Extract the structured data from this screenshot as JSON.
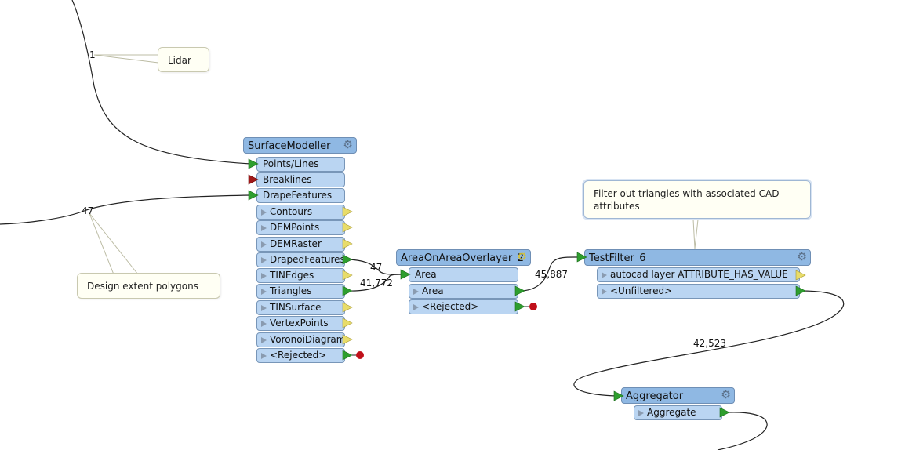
{
  "annotations": {
    "lidar": "Lidar",
    "design_extent": "Design extent polygons",
    "filter_note": "Filter out triangles with associated CAD attributes"
  },
  "counts": {
    "lidar_in": "1",
    "design_in": "47",
    "draped_out": "47",
    "triangles_out": "41,772",
    "area_out": "45,887",
    "unfiltered_out": "42,523"
  },
  "surface_modeller": {
    "title": "SurfaceModeller",
    "inputs": [
      "Points/Lines",
      "Breaklines",
      "DrapeFeatures"
    ],
    "outputs": [
      "Contours",
      "DEMPoints",
      "DEMRaster",
      "DrapedFeatures",
      "TINEdges",
      "Triangles",
      "TINSurface",
      "VertexPoints",
      "VoronoiDiagram",
      "<Rejected>"
    ]
  },
  "area_overlayer": {
    "title": "AreaOnAreaOverlayer_2",
    "inputs": [
      "Area"
    ],
    "outputs": [
      "Area",
      "<Rejected>"
    ]
  },
  "test_filter": {
    "title": "TestFilter_6",
    "outputs": [
      "autocad layer ATTRIBUTE_HAS_VALUE",
      "<Unfiltered>"
    ]
  },
  "aggregator": {
    "title": "Aggregator",
    "outputs": [
      "Aggregate"
    ]
  },
  "colors": {
    "title_bg": "#8fb8e3",
    "port_bg": "#bad5f2",
    "connected_arrow": "#2e9e2e",
    "required_input": "#a01818",
    "unconnected_output": "#e8dc6a",
    "rejected_dot": "#c0101a",
    "annotation_bg": "#fffff4"
  }
}
